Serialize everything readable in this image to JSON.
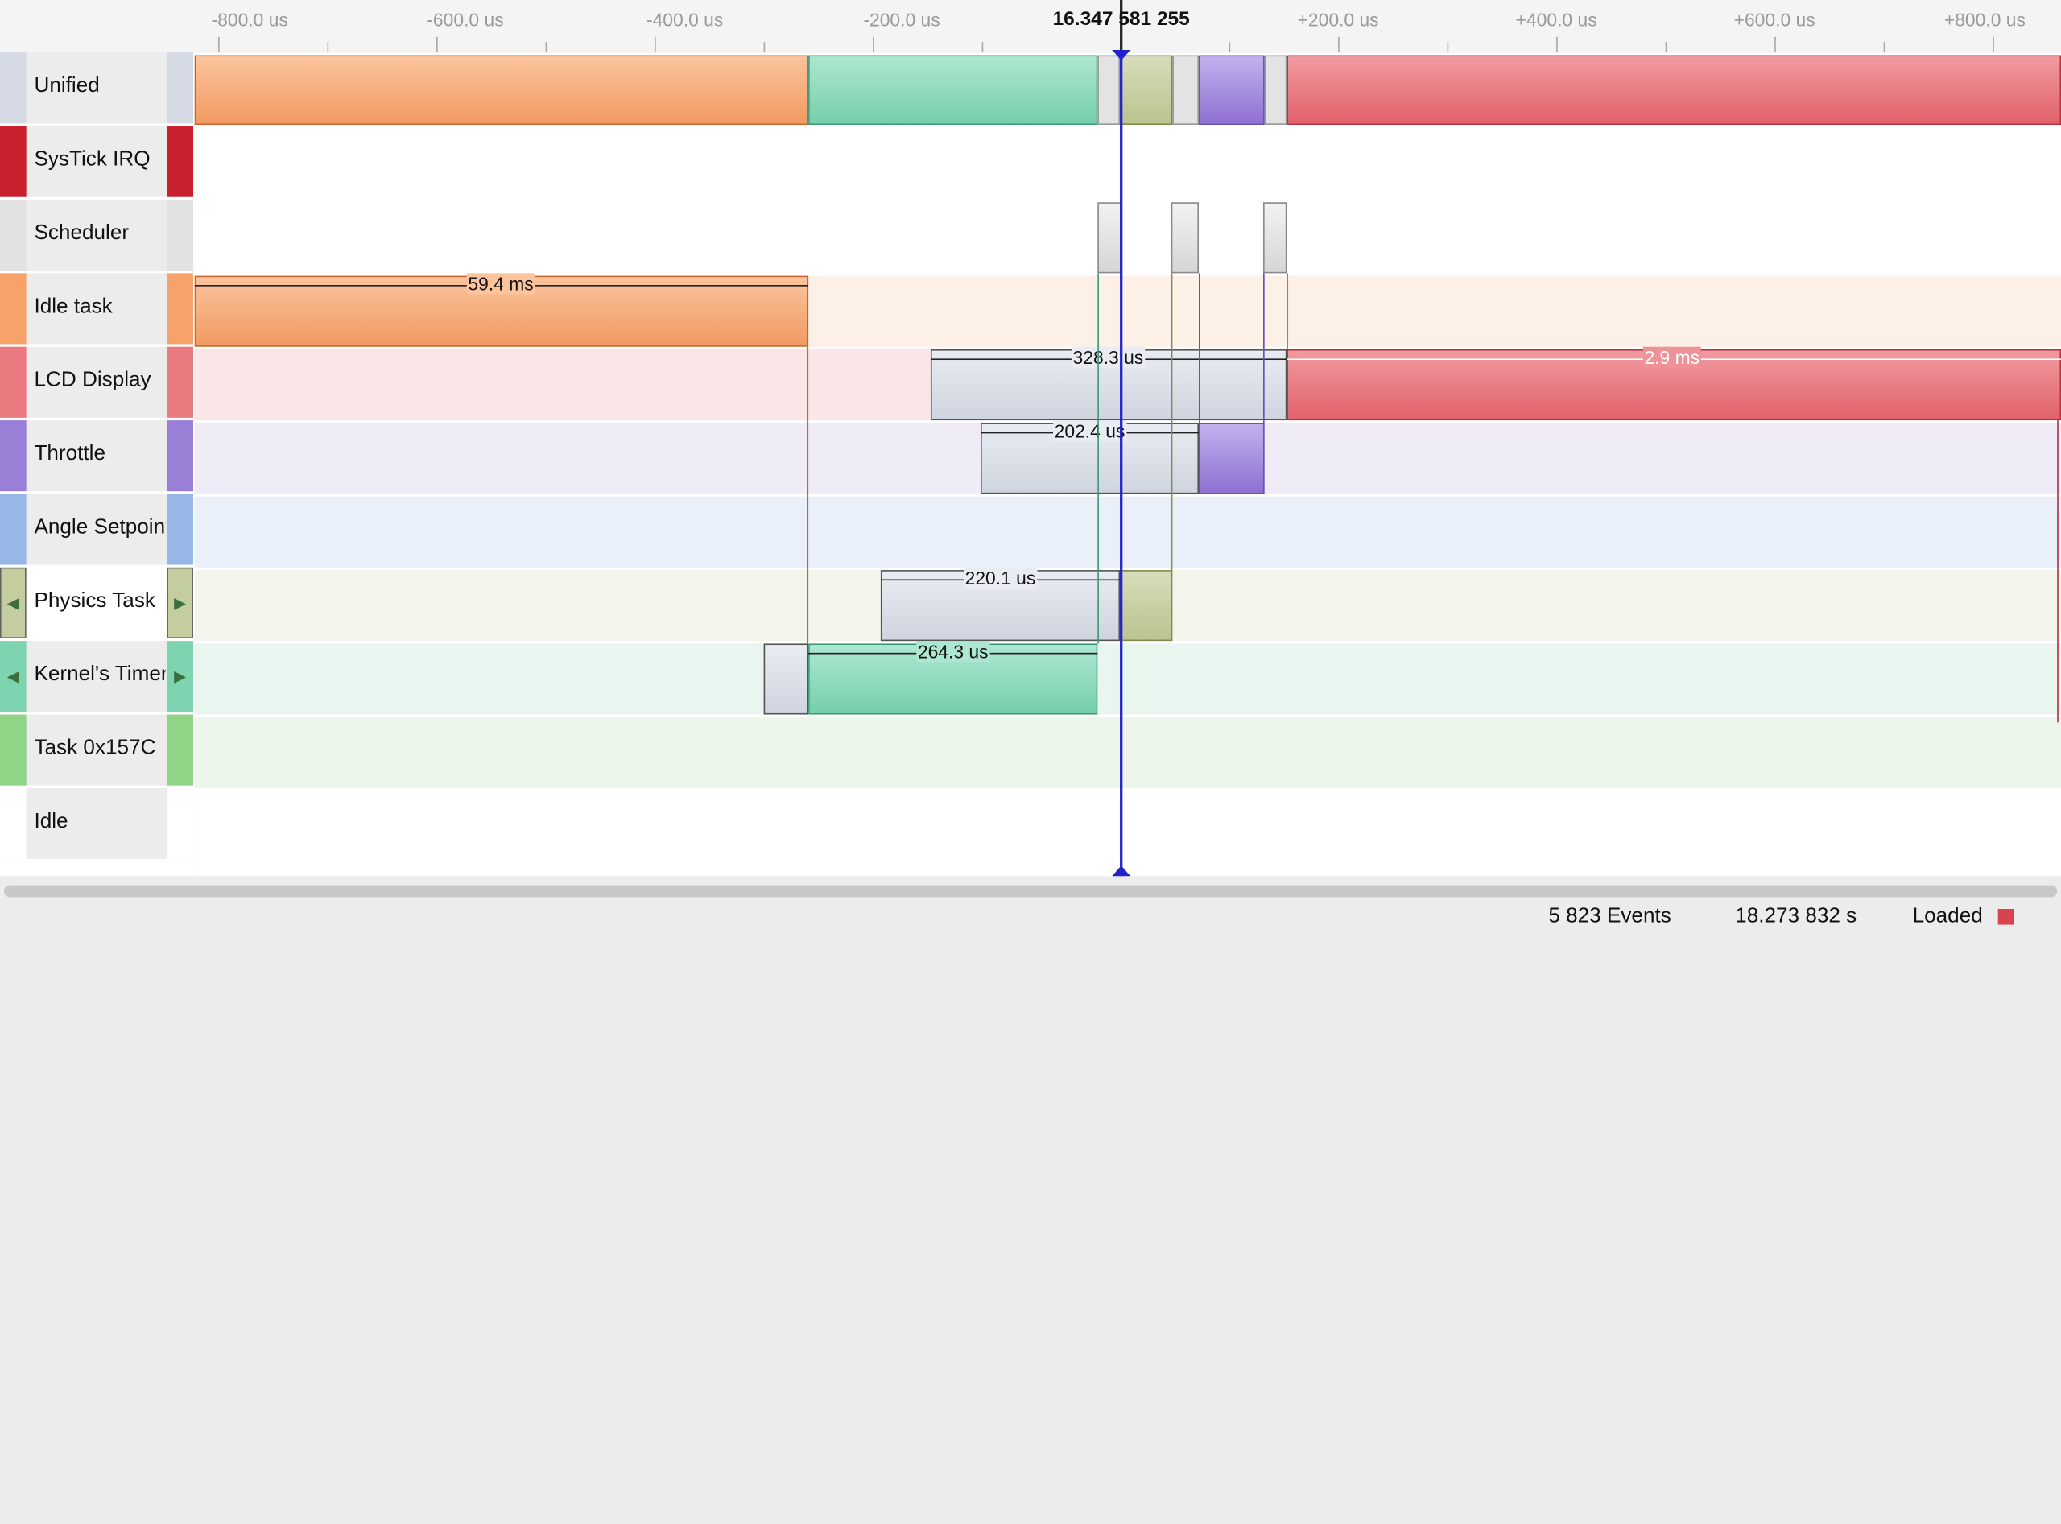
{
  "ruler": {
    "center_label": "16.347 581 255",
    "tick_labels": [
      "-800.0 us",
      "-600.0 us",
      "-400.0 us",
      "-200.0 us",
      "+200.0 us",
      "+400.0 us",
      "+600.0 us",
      "+800.0 us"
    ]
  },
  "rows": [
    {
      "name": "Unified",
      "color": "#d5d9e3"
    },
    {
      "name": "SysTick IRQ",
      "color": "#c8202c"
    },
    {
      "name": "Scheduler",
      "color": "#e2e2e2"
    },
    {
      "name": "Idle task",
      "color": "#f6a26a"
    },
    {
      "name": "LCD Display",
      "color": "#ea7a80"
    },
    {
      "name": "Throttle",
      "color": "#9a7fd7"
    },
    {
      "name": "Angle Setpoint",
      "color": "#97b8e6"
    },
    {
      "name": "Physics Task",
      "color": "#c3cd9f"
    },
    {
      "name": "Kernel's Timer",
      "color": "#7ed4b1"
    },
    {
      "name": "Task 0x157C",
      "color": "#8fd487"
    },
    {
      "name": "Idle",
      "color": "#ffffff"
    }
  ],
  "durations": {
    "idle_task": "59.4 ms",
    "lcd_a": "328.3 us",
    "lcd_b": "2.9 ms",
    "throttle": "202.4 us",
    "physics": "220.1 us",
    "kernel": "264.3 us"
  },
  "status": {
    "events": "5 823 Events",
    "time": "18.273 832 s",
    "state": "Loaded"
  },
  "colors": {
    "orange": "#f5a169",
    "teal": "#7ed4b1",
    "olive": "#c3cd9f",
    "purple": "#9a7fd7",
    "red": "#e4606a",
    "gray": "#d8dbe3",
    "cursor": "#2222cc"
  }
}
